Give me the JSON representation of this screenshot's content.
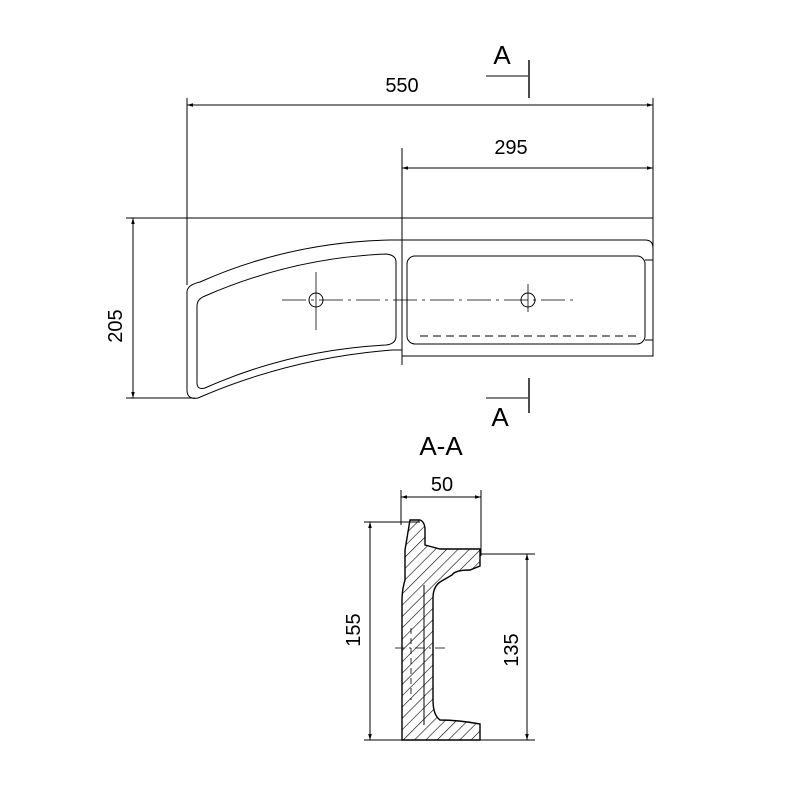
{
  "drawing": {
    "dimensions": {
      "overall_width": "550",
      "inner_width": "295",
      "height": "205",
      "section_width": "50",
      "section_height_total": "155",
      "section_height_inner": "135"
    },
    "section_markers": {
      "top": "A",
      "bottom": "A"
    },
    "section_title": "A-A",
    "colors": {
      "line": "#000000",
      "background": "#ffffff"
    }
  }
}
